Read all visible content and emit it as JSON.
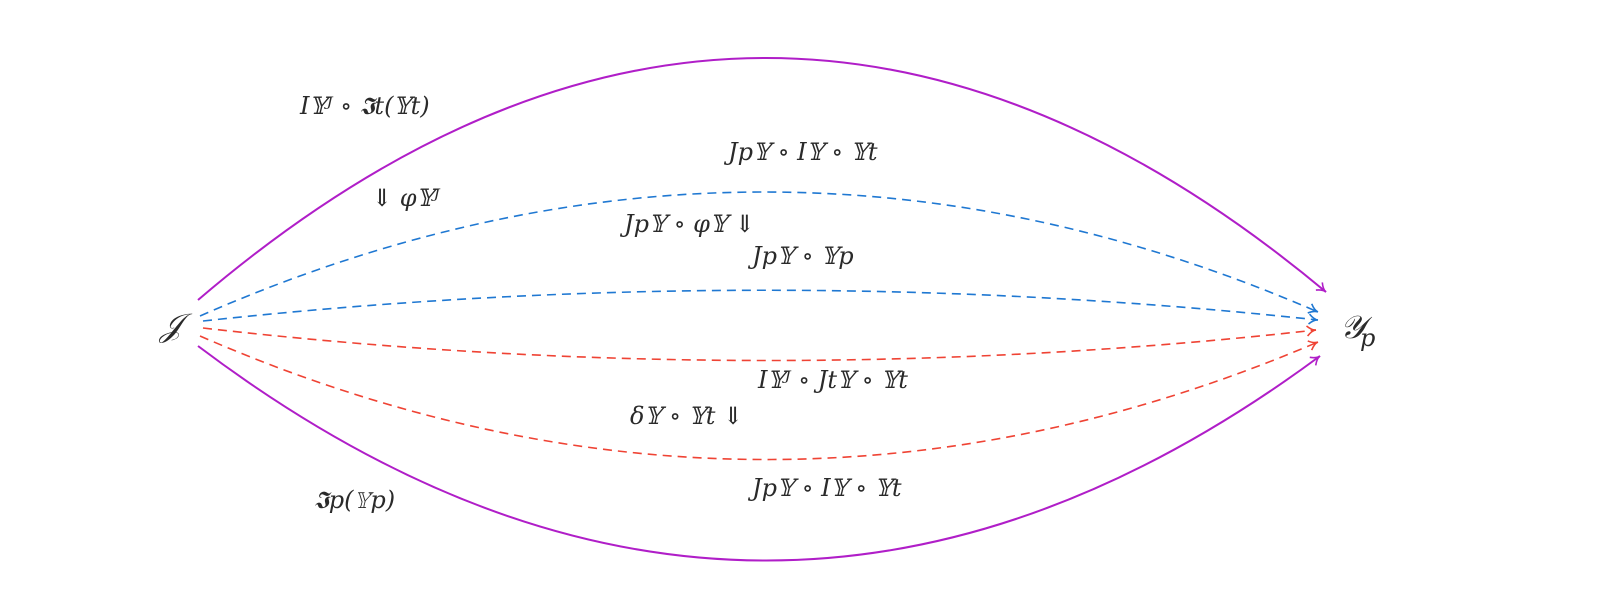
{
  "nodes": {
    "source": "𝒥",
    "target": "𝒴",
    "target_sub": "p"
  },
  "colors": {
    "purple": "#b01ec8",
    "blue": "#1f78d2",
    "red": "#ef4334",
    "text": "#2a2a2a"
  },
  "arrows": [
    {
      "name": "top-purple-arrow",
      "style": "solid",
      "color": "purple"
    },
    {
      "name": "upper-blue-arrow",
      "style": "dashed",
      "color": "blue"
    },
    {
      "name": "middle-blue-arrow",
      "style": "dashed",
      "color": "blue"
    },
    {
      "name": "middle-red-arrow",
      "style": "dashed",
      "color": "red"
    },
    {
      "name": "lower-red-arrow",
      "style": "dashed",
      "color": "red"
    },
    {
      "name": "bottom-purple-arrow",
      "style": "solid",
      "color": "purple"
    }
  ],
  "labels": {
    "top_purple": "I𝕐ᴶ ∘ 𝕴t(𝕐t)",
    "upper_blue": "Jp𝕐 ∘ I𝕐 ∘ 𝕐t",
    "middle_blue": "Jp𝕐 ∘ 𝕐p",
    "middle_red": "I𝕐ᴶ ∘ Jt𝕐 ∘ 𝕐t",
    "lower_red": "Jp𝕐 ∘ I𝕐 ∘ 𝕐t",
    "bottom_purple": "𝕴p(𝕐p)"
  },
  "two_cells": {
    "purple": "⇓ φ𝕐ᴶ",
    "blue": "Jp𝕐 ∘ φ𝕐 ⇓",
    "red": "δ𝕐 ∘ 𝕐t ⇓"
  }
}
